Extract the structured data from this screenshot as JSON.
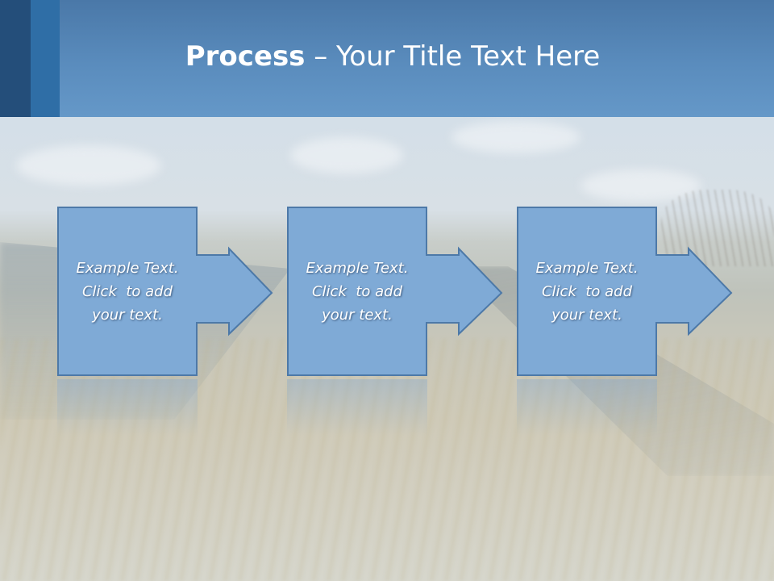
{
  "slide": {
    "title_bold": "Process",
    "title_rest": " – Your Title Text Here"
  },
  "process_steps": [
    {
      "line1": "Example Text.",
      "line2": "Click  to add",
      "line3": "your text."
    },
    {
      "line1": "Example Text.",
      "line2": "Click  to add",
      "line3": "your text."
    },
    {
      "line1": "Example Text.",
      "line2": "Click  to add",
      "line3": "your text."
    }
  ],
  "colors": {
    "header": "#5a8cbd",
    "header_strip_dark": "#244e7a",
    "header_strip_mid": "#2f6ea6",
    "shape_fill": "#7faad6",
    "shape_stroke": "#4d79a8"
  }
}
